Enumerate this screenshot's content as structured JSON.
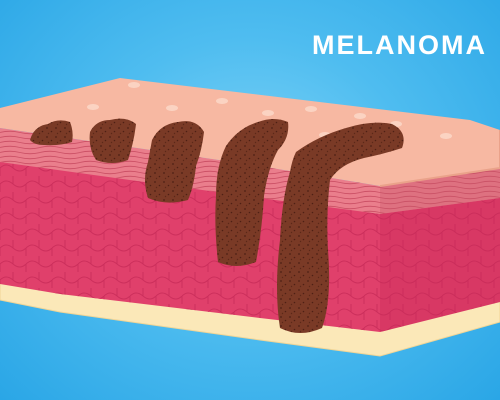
{
  "title": "MELANOMA",
  "colors": {
    "background": "#3fb4ee",
    "skin_surface": "#f6b5a0",
    "epidermis": "#e87a86",
    "dermis": "#e03a68",
    "subcutaneous": "#fbe8b8",
    "melanoma": "#7a3a26",
    "melanoma_dots": "#4e2014"
  },
  "icons": [
    "skin-block-illustration",
    "tumor-shape"
  ]
}
